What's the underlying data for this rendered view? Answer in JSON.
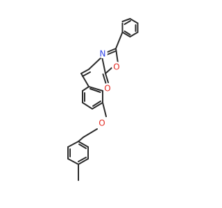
{
  "molecule": {
    "atoms": [
      {
        "id": "N1",
        "label": "N",
        "color": "#2E43E6"
      },
      {
        "id": "O1",
        "label": "O",
        "color": "#E22B22"
      },
      {
        "id": "O2",
        "label": "O",
        "color": "#E22B22"
      },
      {
        "id": "O3",
        "label": "O",
        "color": "#E22B22"
      }
    ],
    "bond_color": "#2b2b2b",
    "background": "#ffffff"
  }
}
